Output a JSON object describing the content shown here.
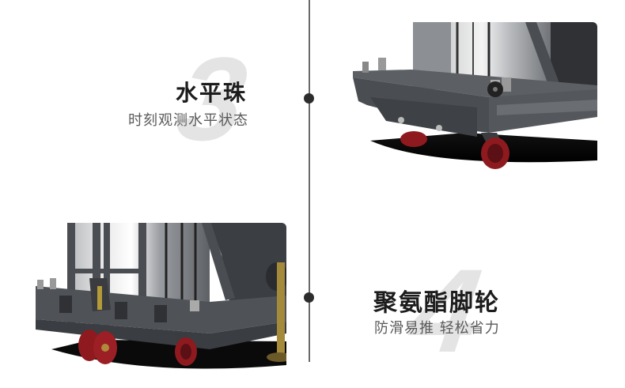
{
  "features": [
    {
      "number": "3",
      "title": "水平珠",
      "subtitle": "时刻观测水平状态",
      "image": "spirit-level-on-lift-base-illustration"
    },
    {
      "number": "4",
      "title": "聚氨酯脚轮",
      "subtitle": "防滑易推 轻松省力",
      "image": "polyurethane-caster-wheels-illustration"
    }
  ],
  "colors": {
    "title": "#1c1c1c",
    "subtitle": "#5a5a5a",
    "number_watermark": "#e4e4e4",
    "timeline": "#6a6a6a",
    "dot": "#2c2c2c",
    "frame_gray": "#4a4d52",
    "wheel_red": "#8e1a1f"
  }
}
